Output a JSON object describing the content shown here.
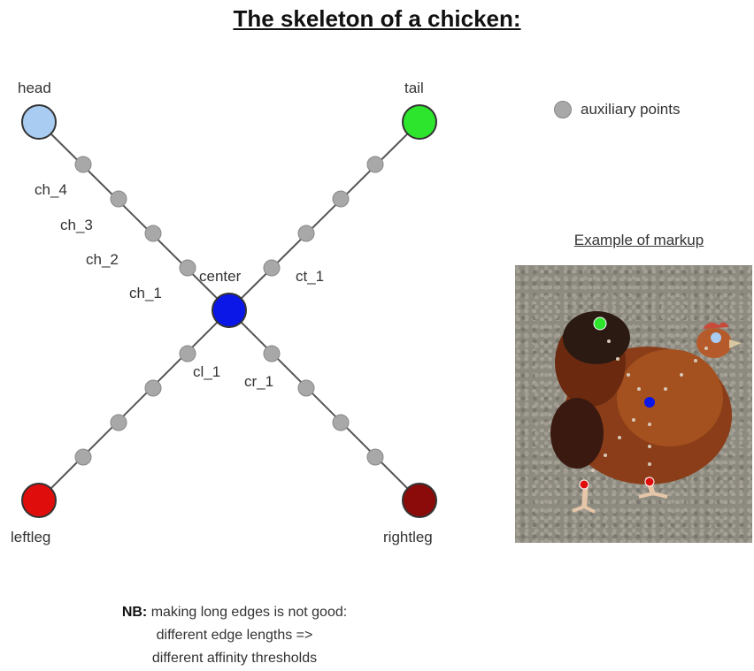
{
  "title": "The skeleton of a chicken:",
  "legend": {
    "label": "auxiliary points",
    "color": "#a8a8a8"
  },
  "nodes": {
    "head": {
      "label": "head",
      "color": "#a9cdf2"
    },
    "tail": {
      "label": "tail",
      "color": "#2ee52e"
    },
    "center": {
      "label": "center",
      "color": "#0a17e6"
    },
    "leftleg": {
      "label": "leftleg",
      "color": "#e00d0d"
    },
    "rightleg": {
      "label": "rightleg",
      "color": "#8b0a0a"
    }
  },
  "edge_labels": [
    "ch_4",
    "ch_3",
    "ch_2",
    "ch_1",
    "ct_1",
    "cl_1",
    "cr_1"
  ],
  "example_title": "Example of markup",
  "note": {
    "prefix": "NB:",
    "line1": "making long edges is not good:",
    "line2": "different edge lengths =>",
    "line3": "different affinity thresholds"
  }
}
